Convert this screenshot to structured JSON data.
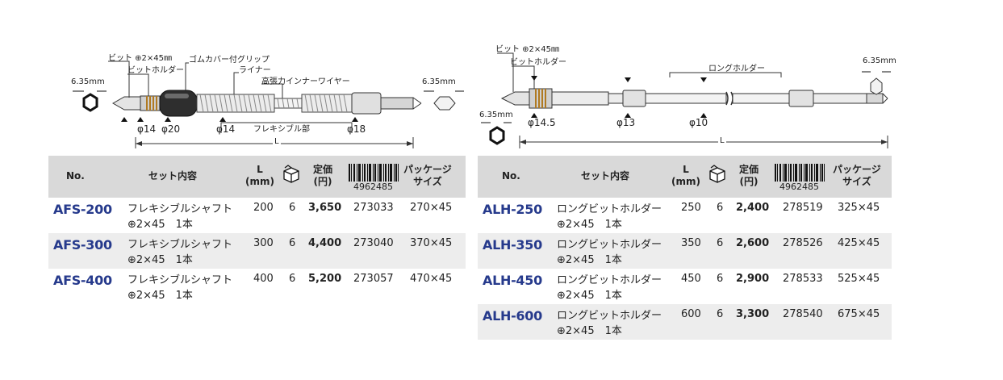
{
  "left": {
    "diagram": {
      "bit": "ビット ⊕2×45㎜",
      "holder": "ビットホルダー",
      "grip": "ゴムカバー付グリップ",
      "liner": "ライナー",
      "wire": "高張力インナーワイヤー",
      "hex_left": "6.35mm",
      "hex_right": "6.35mm",
      "d1": "φ14",
      "d2": "φ20",
      "d3": "φ14",
      "flex": "フレキシブル部",
      "d4": "φ18",
      "length": "L"
    },
    "headers": {
      "no": "No.",
      "set": "セット内容",
      "l": "L\n(mm)",
      "price": "定価\n(円)",
      "barcode": "4962485",
      "pkg": "パッケージ\nサイズ"
    },
    "rows": [
      {
        "model": "AFS-200",
        "desc1": "フレキシブルシャフト",
        "desc2": "⊕2×45　1本",
        "l": "200",
        "qty": "6",
        "price": "3,650",
        "code": "273033",
        "size": "270×45"
      },
      {
        "model": "AFS-300",
        "desc1": "フレキシブルシャフト",
        "desc2": "⊕2×45　1本",
        "l": "300",
        "qty": "6",
        "price": "4,400",
        "code": "273040",
        "size": "370×45"
      },
      {
        "model": "AFS-400",
        "desc1": "フレキシブルシャフト",
        "desc2": "⊕2×45　1本",
        "l": "400",
        "qty": "6",
        "price": "5,200",
        "code": "273057",
        "size": "470×45"
      }
    ]
  },
  "right": {
    "diagram": {
      "bit": "ビット ⊕2×45㎜",
      "holder": "ビットホルダー",
      "long_holder": "ロングホルダー",
      "hex_left": "6.35mm",
      "hex_right": "6.35mm",
      "d1": "φ14.5",
      "d2": "φ13",
      "d3": "φ10",
      "length": "L"
    },
    "headers": {
      "no": "No.",
      "set": "セット内容",
      "l": "L\n(mm)",
      "price": "定価\n(円)",
      "barcode": "4962485",
      "pkg": "パッケージ\nサイズ"
    },
    "rows": [
      {
        "model": "ALH-250",
        "desc1": "ロングビットホルダー",
        "desc2": "⊕2×45　1本",
        "l": "250",
        "qty": "6",
        "price": "2,400",
        "code": "278519",
        "size": "325×45"
      },
      {
        "model": "ALH-350",
        "desc1": "ロングビットホルダー",
        "desc2": "⊕2×45　1本",
        "l": "350",
        "qty": "6",
        "price": "2,600",
        "code": "278526",
        "size": "425×45"
      },
      {
        "model": "ALH-450",
        "desc1": "ロングビットホルダー",
        "desc2": "⊕2×45　1本",
        "l": "450",
        "qty": "6",
        "price": "2,900",
        "code": "278533",
        "size": "525×45"
      },
      {
        "model": "ALH-600",
        "desc1": "ロングビットホルダー",
        "desc2": "⊕2×45　1本",
        "l": "600",
        "qty": "6",
        "price": "3,300",
        "code": "278540",
        "size": "675×45"
      }
    ]
  },
  "icons": {
    "box": "box-icon",
    "barcode": "barcode-icon",
    "hex": "hex-socket-icon"
  },
  "colors": {
    "model_text": "#263a8c",
    "header_bg": "#d9d9d9",
    "alt_row_bg": "#ededed"
  }
}
